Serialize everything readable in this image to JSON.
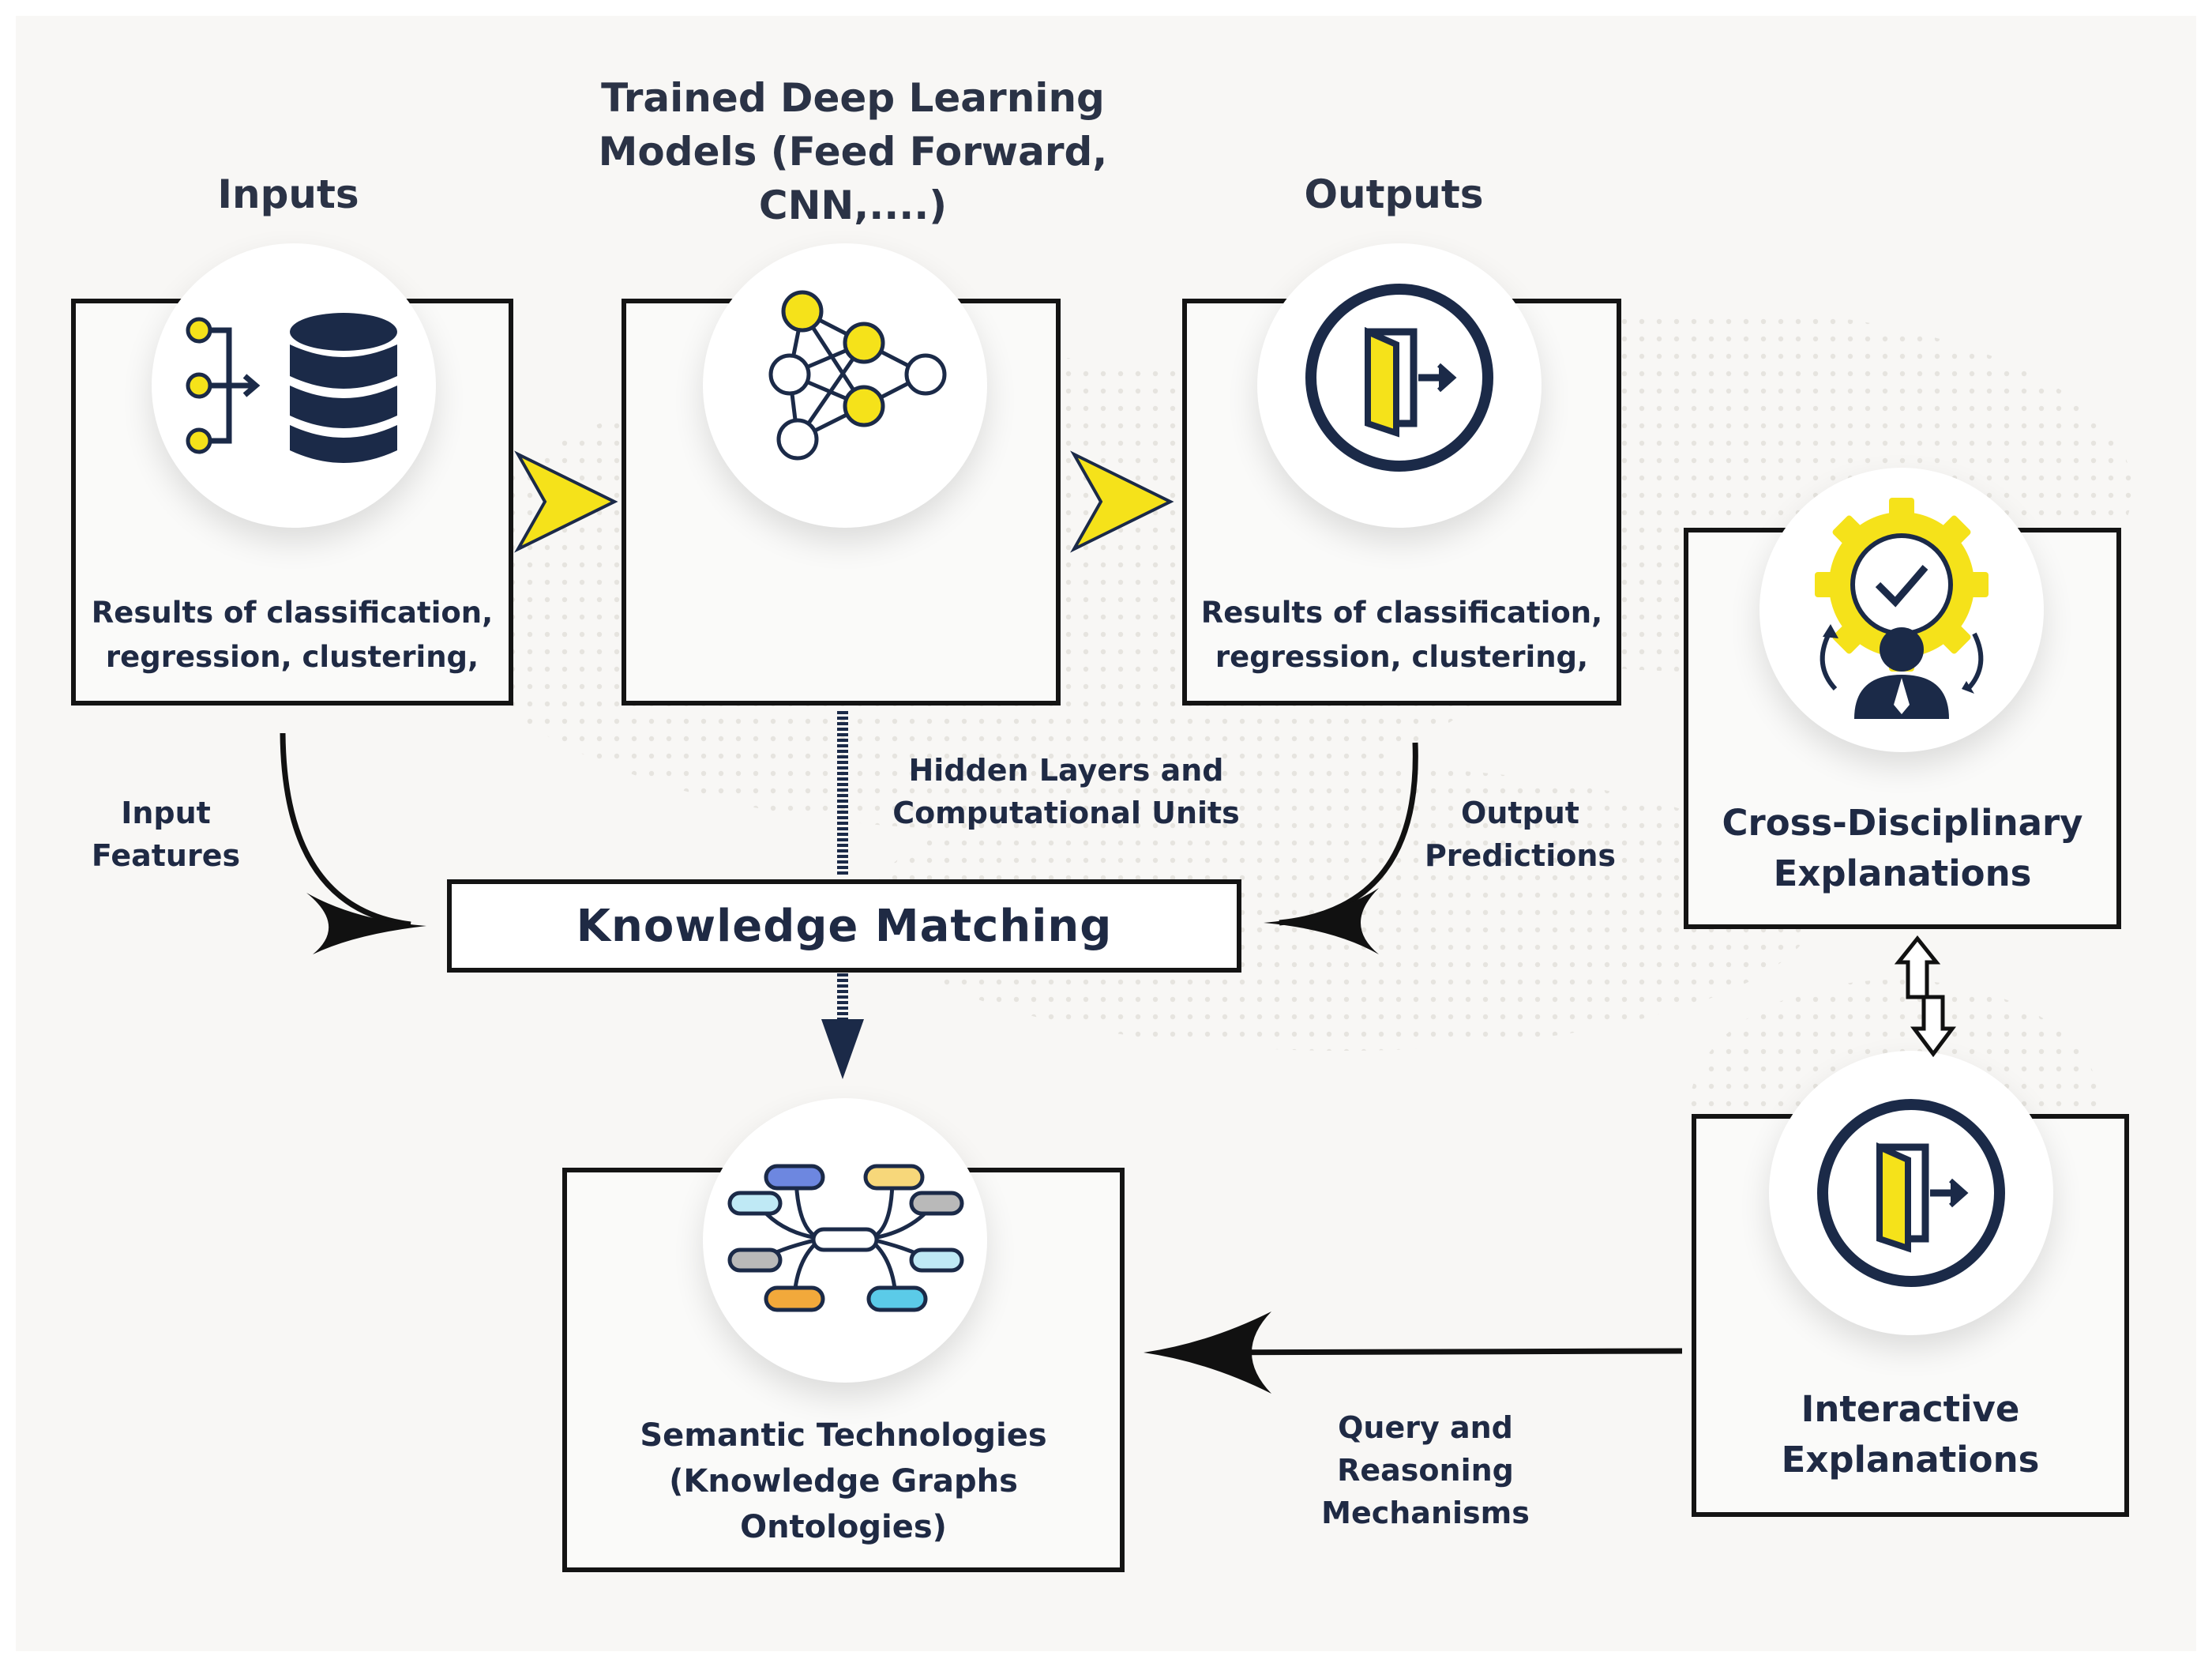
{
  "colors": {
    "accent_yellow": "#f5e21a",
    "navy": "#1b2a48",
    "border": "#141414"
  },
  "inputs": {
    "title": "Inputs",
    "icon": "database-input-icon",
    "desc_line1": "Results of classification,",
    "desc_line2": "regression, clustering,"
  },
  "model": {
    "title_line1": "Trained Deep Learning",
    "title_line2": "Models (Feed Forward,",
    "title_line3": "CNN,....)",
    "icon": "neural-network-icon"
  },
  "outputs": {
    "title": "Outputs",
    "icon": "door-exit-icon",
    "desc_line1": "Results of classification,",
    "desc_line2": "regression, clustering,"
  },
  "cross": {
    "icon": "gear-clock-person-icon",
    "title_line1": "Cross-Disciplinary",
    "title_line2": "Explanations"
  },
  "interactive": {
    "icon": "door-exit-icon",
    "title_line1": "Interactive",
    "title_line2": "Explanations"
  },
  "semantic": {
    "icon": "mind-map-icon",
    "title_line1": "Semantic Technologies",
    "title_line2": "(Knowledge Graphs",
    "title_line3": "Ontologies)"
  },
  "knowledge_matching": "Knowledge Matching",
  "labels": {
    "input_features_1": "Input",
    "input_features_2": "Features",
    "hidden_1": "Hidden Layers and",
    "hidden_2": "Computational Units",
    "output_pred_1": "Output",
    "output_pred_2": "Predictions",
    "query_1": "Query and",
    "query_2": "Reasoning",
    "query_3": "Mechanisms"
  }
}
